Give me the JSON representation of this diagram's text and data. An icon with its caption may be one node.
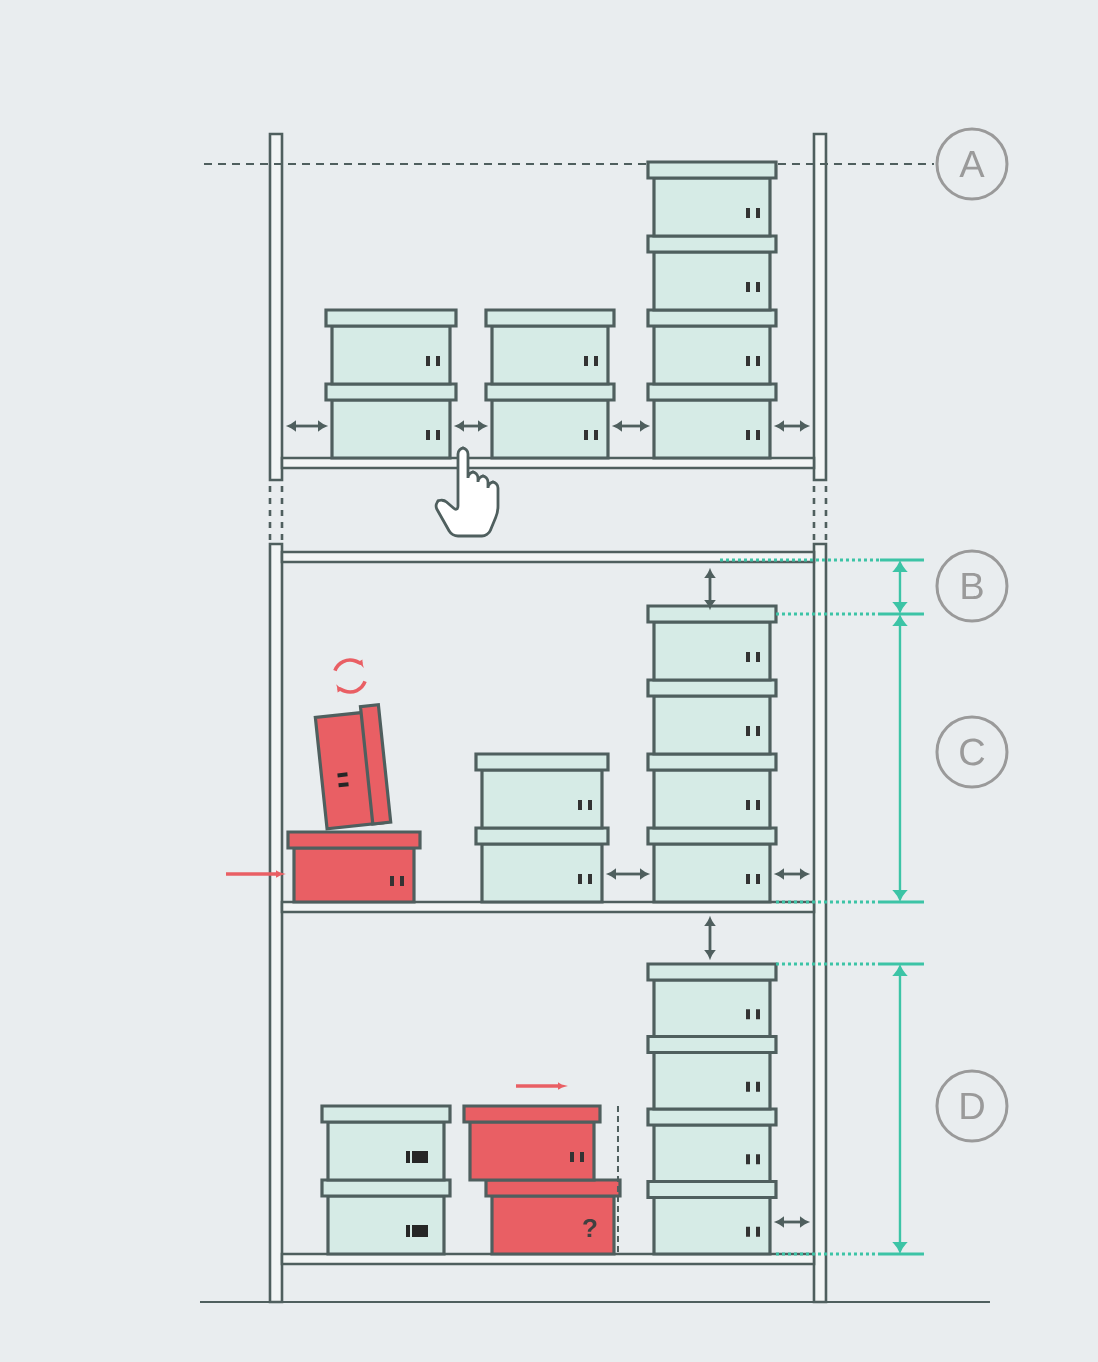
{
  "diagram": {
    "nodes": [
      {
        "text": [
          "A"
        ]
      },
      {
        "text": [
          "B"
        ]
      },
      {
        "text": [
          "C"
        ]
      },
      {
        "text": [
          "D"
        ]
      }
    ],
    "labels": [
      "?"
    ]
  }
}
